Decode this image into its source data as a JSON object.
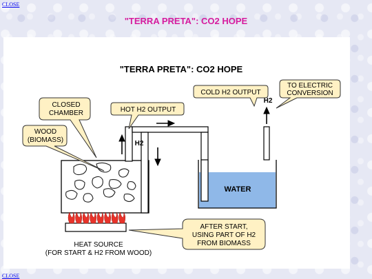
{
  "nav": {
    "close_top": "CLOSE",
    "close_bottom": "CLOSE"
  },
  "page_title": "\"TERRA PRETA\": CO2 HOPE",
  "diagram": {
    "title": "\"TERRA PRETA\": CO2 HOPE",
    "callouts": {
      "closed_chamber": [
        "CLOSED",
        "CHAMBER"
      ],
      "wood": [
        "WOOD",
        "(BIOMASS)"
      ],
      "hot_h2": "HOT H2 OUTPUT",
      "cold_h2": "COLD H2 OUTPUT",
      "electric": [
        "TO ELECTRIC",
        "CONVERSION"
      ],
      "after_start": [
        "AFTER START,",
        "USING PART OF H2",
        "FROM BIOMASS"
      ]
    },
    "labels": {
      "h2_left": "H2",
      "h2_right": "H2",
      "water": "WATER",
      "heat_source": [
        "HEAT SOURCE",
        "(FOR START & H2 FROM WOOD)"
      ]
    },
    "colors": {
      "title": "#d61b9e",
      "water": "#8fb8e8",
      "callout_fill": "#fff1c4",
      "flame": "#e8332a"
    }
  }
}
